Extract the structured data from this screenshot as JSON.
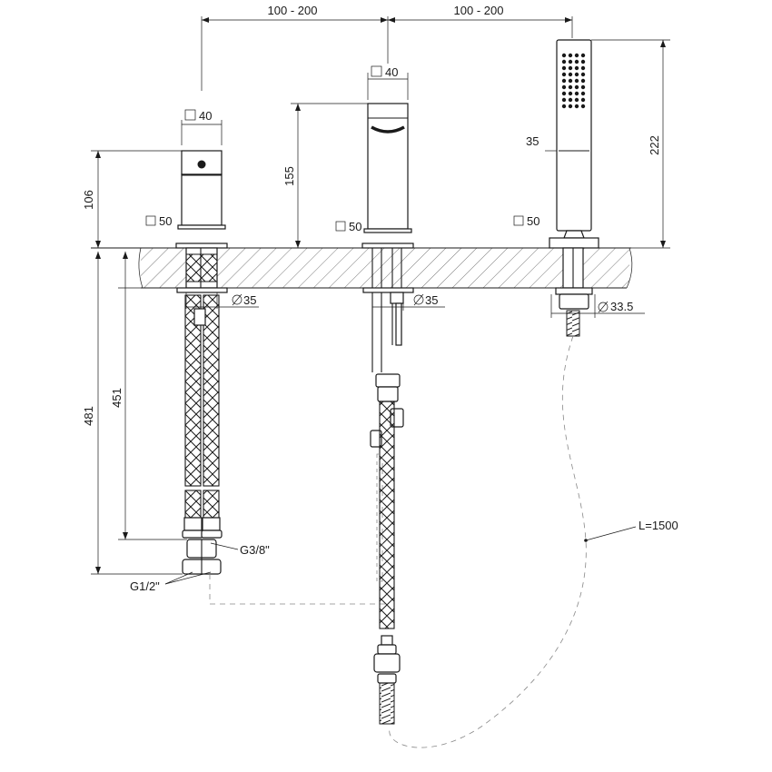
{
  "dimensions": {
    "spacing_left": "100 - 200",
    "spacing_right": "100 - 200",
    "square_40_left": "40",
    "square_40_center": "40",
    "square_50_left": "50",
    "square_50_center": "50",
    "square_50_right": "50",
    "height_106": "106",
    "height_155": "155",
    "height_222": "222",
    "width_35_handshower": "35",
    "diameter_35_left": "35",
    "diameter_35_center": "35",
    "diameter_33_5": "33.5",
    "length_481": "481",
    "length_451": "451",
    "thread_g38": "G3/8\"",
    "thread_g12": "G1/2\"",
    "hose_length": "L=1500"
  },
  "symbols": {
    "square": "square-symbol",
    "diameter": "diameter-symbol"
  }
}
